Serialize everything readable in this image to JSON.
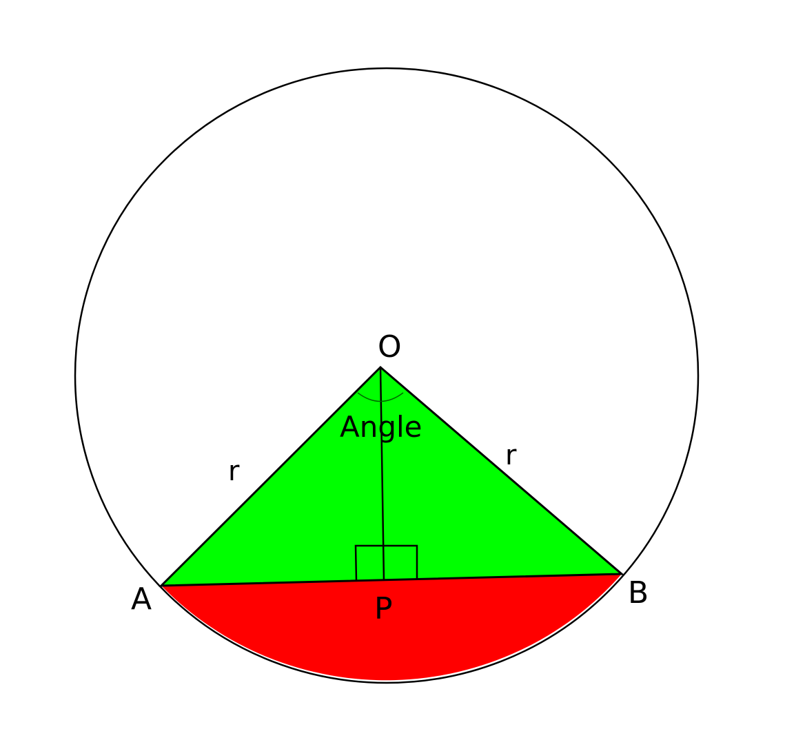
{
  "diagram": {
    "points": {
      "O": "O",
      "A": "A",
      "B": "B",
      "P": "P"
    },
    "side_labels": {
      "OA": "r",
      "OB": "r"
    },
    "angle_label": "Angle"
  },
  "colors": {
    "background": "#ffffff",
    "triangle_fill": "#00ff00",
    "segment_fill": "#ff0000",
    "stroke": "#000000",
    "angle_arc": "#006600"
  }
}
